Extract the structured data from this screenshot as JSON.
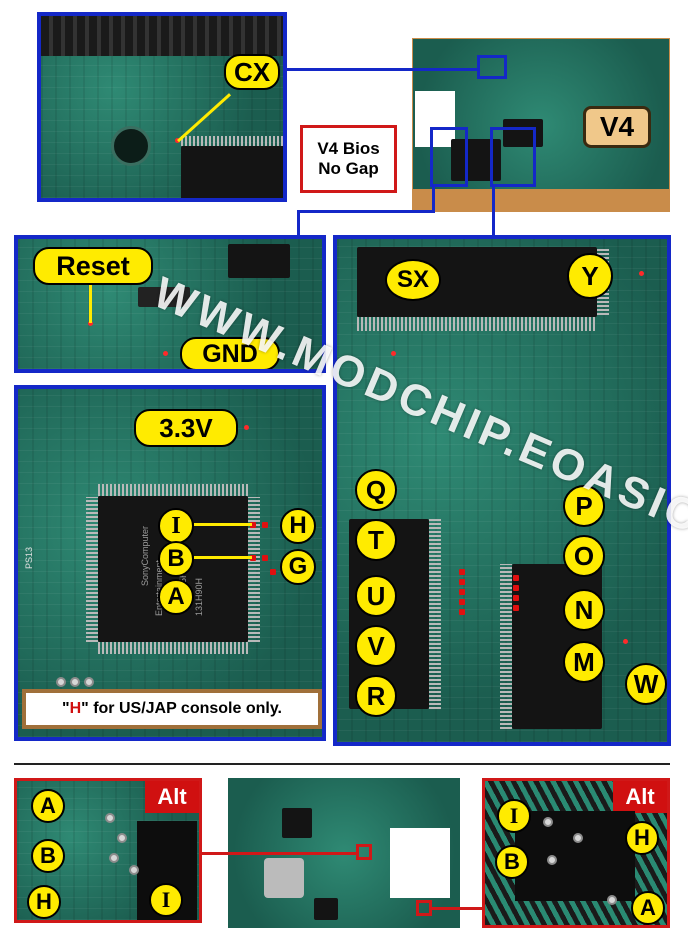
{
  "labels": {
    "cx": "CX",
    "v4": "V4",
    "bios_box": [
      "V4 Bios",
      "No Gap"
    ],
    "reset": "Reset",
    "gnd": "GND",
    "sx": "SX",
    "y": "Y",
    "v33": "3.3V",
    "i": "I",
    "h": "H",
    "b": "B",
    "g": "G",
    "a": "A",
    "q": "Q",
    "p": "P",
    "t": "T",
    "o": "O",
    "u": "U",
    "n": "N",
    "v": "V",
    "m": "M",
    "w": "W",
    "r": "R",
    "alt": "Alt"
  },
  "note": {
    "quote_open": "\"",
    "letter": "H",
    "rest": "\" for US/JAP console only."
  },
  "watermark": "WWW.MODCHIP.EOASIC.COM",
  "chip_text": {
    "sony_lines": [
      "SonyComputer",
      "Entertainment",
      "-105R",
      "131H90H"
    ],
    "ps13": "PS13"
  },
  "colors": {
    "frame_blue": "#1428c8",
    "frame_red": "#d01818",
    "label_yellow": "#ffeb00",
    "pcb_green": "#1f6b5a",
    "pad_red": "#e01010",
    "note_red": "#d01010"
  }
}
